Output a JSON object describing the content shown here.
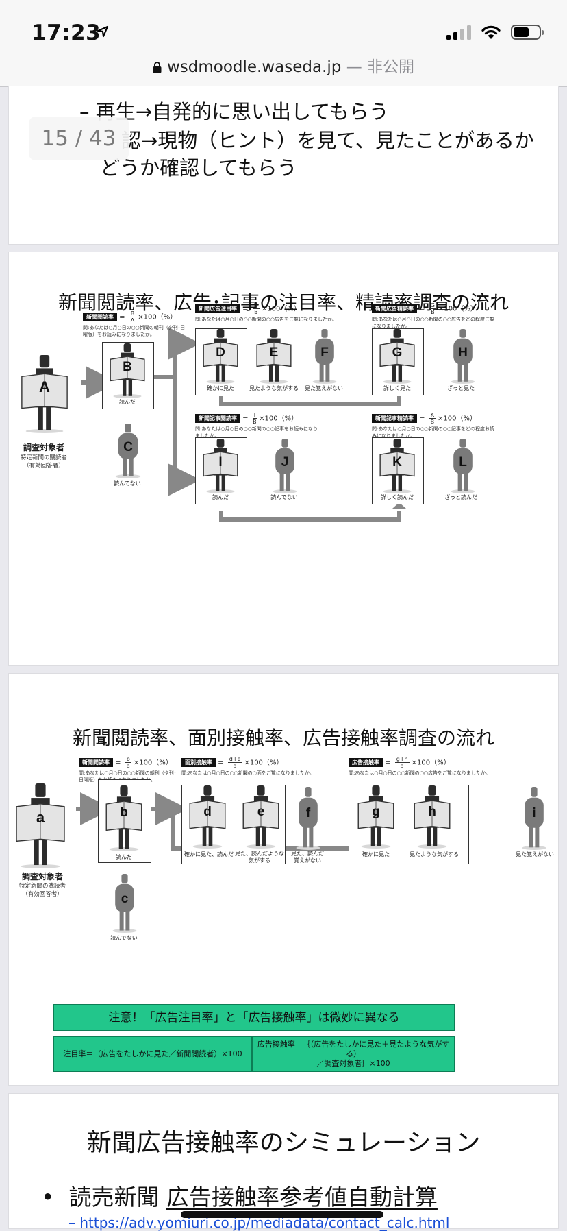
{
  "status": {
    "time": "17:23"
  },
  "urlbar": {
    "domain": "wsdmoodle.waseda.jp",
    "privacy": " — 非公開"
  },
  "pager": {
    "label": "15 / 43"
  },
  "slide1": {
    "lines": [
      "– 再生→自発的に思い出してもらう",
      "認→現物（ヒント）を見て、見たことがあるか",
      "どうか確認してもらう"
    ]
  },
  "slide2": {
    "title": "新聞閲読率、広告･記事の注目率、精読率調査の流れ",
    "subject_label": "調査対象者",
    "subject_sub": [
      "特定新聞の購読者",
      "（有効回答者）"
    ],
    "formulas": [
      {
        "tag": "新聞閲読率",
        "num": "B",
        "den": "A",
        "suffix": "×100（%）",
        "q1": "問:あなたは○月○日の○○新聞の朝刊（夕刊･日",
        "q2": "曜版）をお読みになりましたか。"
      },
      {
        "tag": "新聞広告注目率",
        "num": "D",
        "den": "B",
        "suffix": "×100（%）",
        "q1": "問:あなたは○月○日の○○新聞の○○広告をご覧になりましたか。",
        "q2": ""
      },
      {
        "tag": "新聞広告精読率",
        "num": "G",
        "den": "B",
        "suffix": "×100（%）",
        "q1": "問:あなたは○月○日の○○新聞の○○広告をどの程度ご覧",
        "q2": "になりましたか。"
      },
      {
        "tag": "新聞記事閲読率",
        "num": "I",
        "den": "B",
        "suffix": "×100（%）",
        "q1": "問:あなたは○月○日の○○新聞の○○記事をお読みになり",
        "q2": "ましたか。"
      },
      {
        "tag": "新聞記事精読率",
        "num": "K",
        "den": "B",
        "suffix": "×100（%）",
        "q1": "問:あなたは○月○日の○○新聞の○○記事をどの程度お読",
        "q2": "みになりましたか。"
      }
    ],
    "people": {
      "A": "A",
      "B": "B",
      "C": "C",
      "D": "D",
      "E": "E",
      "F": "F",
      "G": "G",
      "H": "H",
      "I": "I",
      "J": "J",
      "K": "K",
      "L": "L"
    },
    "captions": {
      "B": "読んだ",
      "C": "読んでない",
      "D": "確かに見た",
      "E": "見たような気がする",
      "F": "見た覚えがない",
      "G": "詳しく見た",
      "H": "ざっと見た",
      "I": "読んだ",
      "J": "読んでない",
      "K": "詳しく読んだ",
      "L": "ざっと読んだ"
    }
  },
  "slide3": {
    "title": "新聞閲読率、面別接触率、広告接触率調査の流れ",
    "subject_label": "調査対象者",
    "subject_sub": [
      "特定新聞の購読者",
      "（有効回答者）"
    ],
    "formulas": [
      {
        "tag": "新聞閲読率",
        "num": "b",
        "den": "a",
        "suffix": "×100（%）",
        "q1": "問:あなたは○月○日の○○新聞の朝刊（夕刊･",
        "q2": "日曜版）をお読みになりましたか。"
      },
      {
        "tag": "面別接触率",
        "num": "d+e",
        "den": "a",
        "suffix": "×100（%）",
        "q1": "問:あなたは○月○日の○○新聞の○面をご覧になりましたか。",
        "q2": ""
      },
      {
        "tag": "広告接触率",
        "num": "g+h",
        "den": "a",
        "suffix": "×100（%）",
        "q1": "問:あなたは○月○日の○○新聞の○○広告をご覧になりましたか。",
        "q2": ""
      }
    ],
    "people": {
      "a": "a",
      "b": "b",
      "c": "c",
      "d": "d",
      "e": "e",
      "f": "f",
      "g": "g",
      "h": "h",
      "i": "i"
    },
    "captions": {
      "b": "読んだ",
      "c": "読んでない",
      "d": "確かに見た、読んだ",
      "e1": "見た、読んだような",
      "e2": "気がする",
      "f1": "見た、読んだ",
      "f2": "覚えがない",
      "g": "確かに見た",
      "h": "見たような気がする",
      "i": "見た覚えがない"
    },
    "note": {
      "head": "注意！「広告注目率」と「広告接触率」は微妙に異なる",
      "left": "注目率＝（広告をたしかに見た／新聞閲読者）×100",
      "right1": "広告接触率＝｛（広告をたしかに見た＋見たような気がする）",
      "right2": "／調査対象者｝×100"
    }
  },
  "slide4": {
    "title": "新聞広告接触率のシミュレーション",
    "bullet_prefix": "読売新聞  ",
    "bullet_link": "広告接触率参考値自動計算",
    "url": "– https://adv.yomiuri.co.jp/mediadata/contact_calc.html"
  }
}
